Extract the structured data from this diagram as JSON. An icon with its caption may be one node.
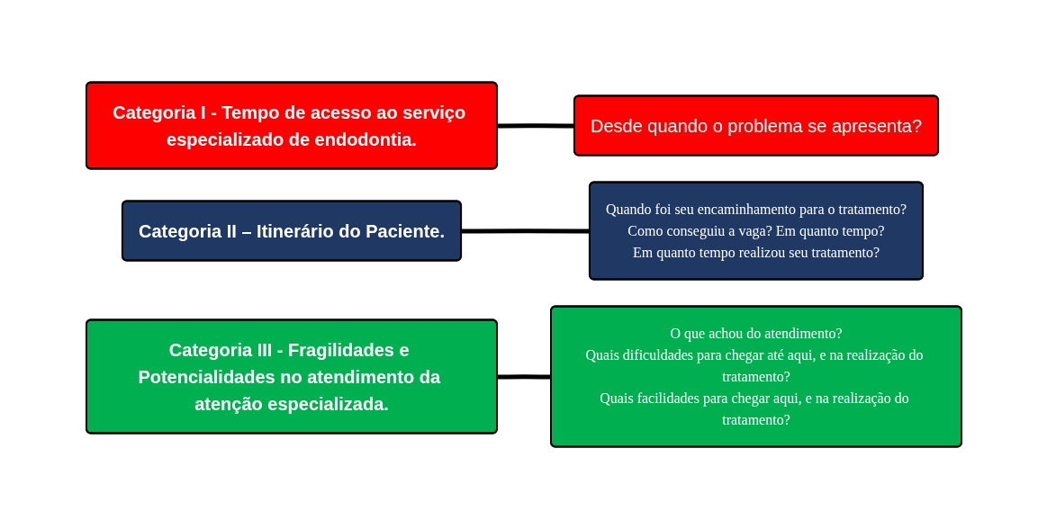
{
  "diagram": {
    "nodes": [
      {
        "text": [
          "Categoria I - Tempo de acesso ao serviço especializado de endodontia."
        ]
      },
      {
        "text": [
          "Desde quando o problema se apresenta?"
        ]
      },
      {
        "text": [
          "Categoria II – Itinerário do Paciente."
        ]
      },
      {
        "text": [
          "Quando foi seu encaminhamento para o tratamento?",
          "Como conseguiu a vaga? Em quanto tempo?",
          "Em quanto tempo realizou seu tratamento?"
        ]
      },
      {
        "text": [
          "Categoria III - Fragilidades e Potencialidades no atendimento da atenção especializada."
        ]
      },
      {
        "text": [
          "O que achou do atendimento?",
          "Quais dificuldades para chegar até aqui, e na realização do tratamento?",
          "Quais facilidades para chegar aqui, e na realização do tratamento?"
        ]
      }
    ],
    "edges": [
      {
        "from": 0,
        "to": 1,
        "arrow": "none"
      },
      {
        "from": 2,
        "to": 3,
        "arrow": "none"
      },
      {
        "from": 4,
        "to": 5,
        "arrow": "none"
      }
    ]
  }
}
